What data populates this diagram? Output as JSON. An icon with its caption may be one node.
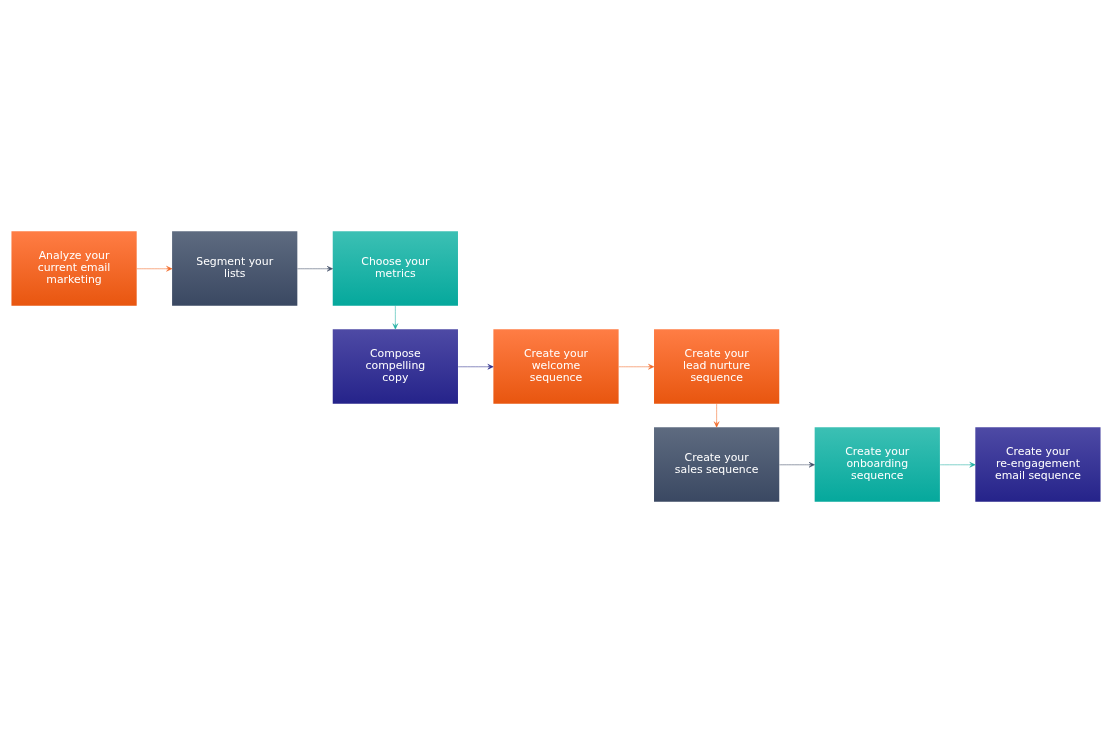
{
  "diagram": {
    "nodes": [
      {
        "text": [
          "Analyze your current email marketing"
        ]
      },
      {
        "text": [
          "Segment your lists"
        ]
      },
      {
        "text": [
          "Choose your metrics"
        ]
      },
      {
        "text": [
          "Compose compelling copy"
        ]
      },
      {
        "text": [
          "Create your welcome sequence"
        ]
      },
      {
        "text": [
          "Create your lead nurture sequence"
        ]
      },
      {
        "text": [
          "Create your sales sequence"
        ]
      },
      {
        "text": [
          "Create your onboarding sequence"
        ]
      },
      {
        "text": [
          "Create your re-engagement email sequence"
        ]
      }
    ],
    "edges": [
      {
        "from": 0,
        "to": 1,
        "arrow": "to",
        "color": "#f26522"
      },
      {
        "from": 1,
        "to": 2,
        "arrow": "to",
        "color": "#3d4a63"
      },
      {
        "from": 2,
        "to": 3,
        "arrow": "to",
        "color": "#1aaea0"
      },
      {
        "from": 3,
        "to": 4,
        "arrow": "to",
        "color": "#2b2c8a"
      },
      {
        "from": 4,
        "to": 5,
        "arrow": "to",
        "color": "#f26522"
      },
      {
        "from": 5,
        "to": 6,
        "arrow": "to",
        "color": "#f26522"
      },
      {
        "from": 6,
        "to": 7,
        "arrow": "to",
        "color": "#3d4a63"
      },
      {
        "from": 7,
        "to": 8,
        "arrow": "to",
        "color": "#1aaea0"
      }
    ]
  }
}
